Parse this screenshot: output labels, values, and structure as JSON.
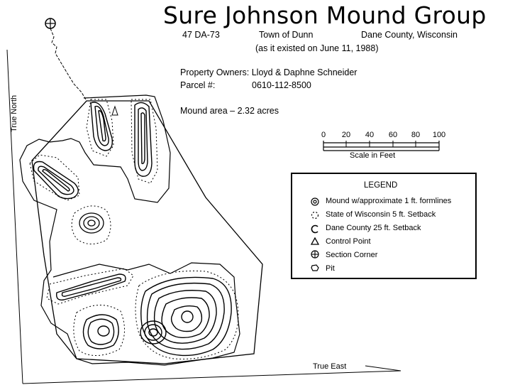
{
  "header": {
    "title": "Sure Johnson Mound Group",
    "site_id": "47 DA-73",
    "town": "Town of Dunn",
    "county": "Dane County, Wisconsin",
    "date": "(as it existed on June 11, 1988)"
  },
  "info": {
    "owners": "Property Owners: Lloyd & Daphne Schneider",
    "parcel_label": "Parcel #:",
    "parcel_value": "0610-112-8500",
    "area": "Mound area – 2.32 acres"
  },
  "scale": {
    "ticks": [
      "0",
      "20",
      "40",
      "60",
      "80",
      "100"
    ],
    "label": "Scale in Feet"
  },
  "legend": {
    "title": "LEGEND",
    "items": [
      {
        "label": "Mound w/approximate 1 ft. formlines",
        "icon": "mound-icon"
      },
      {
        "label": "State of Wisconsin 5 ft. Setback",
        "icon": "state-setback-icon"
      },
      {
        "label": "Dane County 25 ft. Setback",
        "icon": "county-setback-icon"
      },
      {
        "label": "Control Point",
        "icon": "triangle-icon"
      },
      {
        "label": "Section Corner",
        "icon": "section-corner-icon"
      },
      {
        "label": "Pit",
        "icon": "pit-icon"
      }
    ]
  },
  "axes": {
    "north": "True North",
    "east": "True East"
  }
}
